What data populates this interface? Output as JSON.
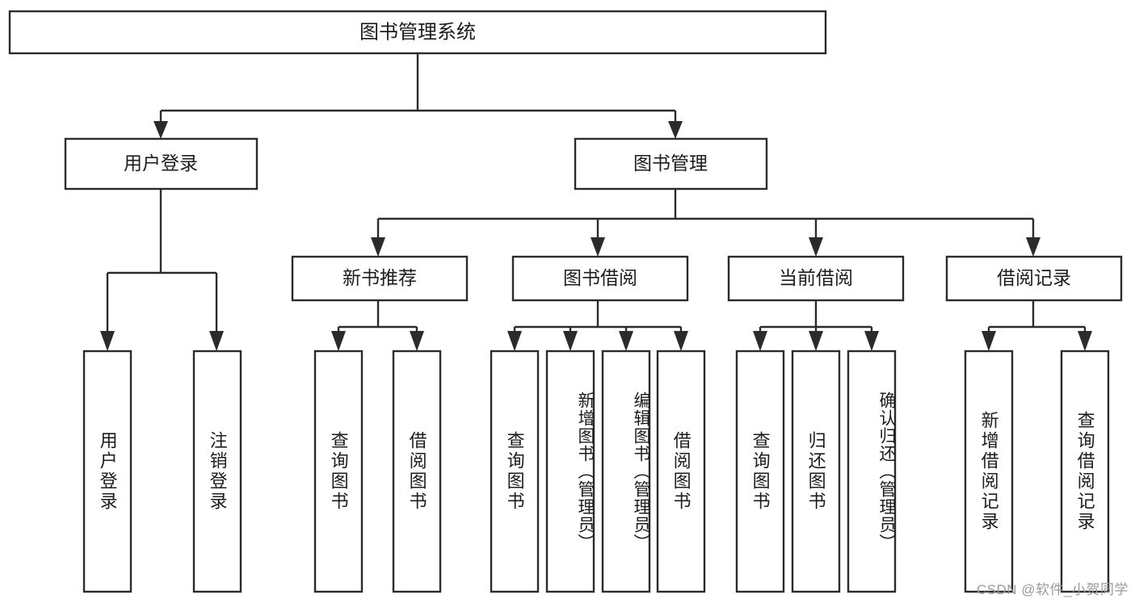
{
  "diagram": {
    "kind": "tree-hierarchy-chart",
    "title": "图书管理系统",
    "root": {
      "label": "图书管理系统"
    },
    "level1": [
      {
        "label": "用户登录"
      },
      {
        "label": "图书管理"
      }
    ],
    "level2": [
      {
        "label": "新书推荐"
      },
      {
        "label": "图书借阅"
      },
      {
        "label": "当前借阅"
      },
      {
        "label": "借阅记录"
      }
    ],
    "groups": [
      {
        "parent": "用户登录",
        "leaves": [
          {
            "label": "用户登录"
          },
          {
            "label": "注销登录"
          }
        ]
      },
      {
        "parent": "新书推荐",
        "leaves": [
          {
            "label": "查询图书"
          },
          {
            "label": "借阅图书"
          }
        ]
      },
      {
        "parent": "图书借阅",
        "leaves": [
          {
            "label": "查询图书"
          },
          {
            "label": "新增图书（管理员）"
          },
          {
            "label": "编辑图书（管理员）"
          },
          {
            "label": "借阅图书"
          }
        ]
      },
      {
        "parent": "当前借阅",
        "leaves": [
          {
            "label": "查询图书"
          },
          {
            "label": "归还图书"
          },
          {
            "label": "确认归还（管理员）"
          }
        ]
      },
      {
        "parent": "借阅记录",
        "leaves": [
          {
            "label": "新增借阅记录"
          },
          {
            "label": "查询借阅记录"
          }
        ]
      }
    ],
    "colors": {
      "background": "#ffffff",
      "box_fill": "#ffffff",
      "stroke": "#2b2b2b",
      "text": "#1c1c1c",
      "watermark": "#9a9a9a"
    }
  },
  "watermark": {
    "text": "CSDN @软件_小贺同学"
  }
}
